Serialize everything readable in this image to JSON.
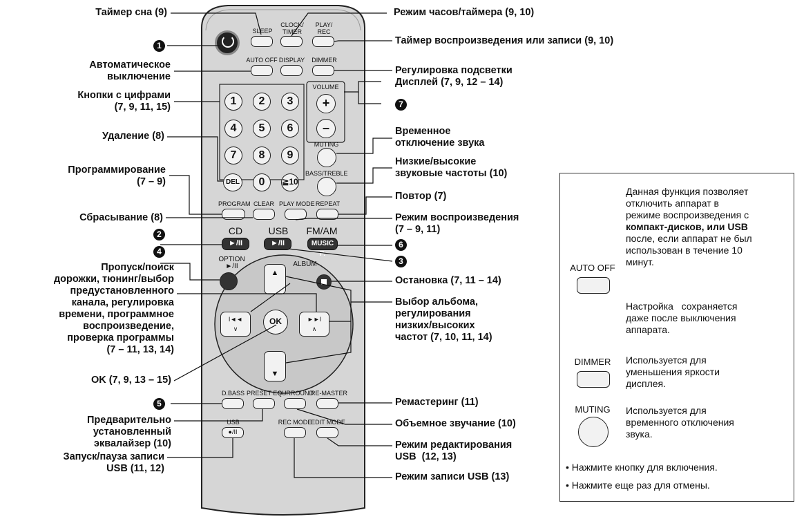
{
  "labels_left": {
    "sleep_timer": "Таймер сна (9)",
    "auto_off": "Автоматическое\nвыключение",
    "numeric": "Кнопки с цифрами\n(7, 9, 11, 15)",
    "delete": "Удаление (8)",
    "program": "Программирование\n(7 – 9)",
    "clear": "Сбрасывание (8)",
    "skip_search": "Пропуск/поиск\nдорожки, тюнинг/выбор\nпредустановленного\nканала, регулировка\nвремени, программное\nвоспроизведение,\nпроверка программы\n(7 – 11, 13, 14)",
    "ok": "OK (7, 9, 13 – 15)",
    "preset_eq": "Предварительно\nустановленный\nэквалайзер (10)",
    "usb_rec": "Запуск/пауза записи\nUSB (11, 12)"
  },
  "labels_right": {
    "clock_timer": "Режим часов/таймера (9, 10)",
    "play_rec": "Таймер воспроизведения или записи (9, 10)",
    "dimmer_display": "Регулировка подсветки\nДисплей (7, 9, 12 – 14)",
    "muting": "Временное\nотключение звука",
    "bass_treble": "Низкие/высокие\nзвуковые частоты (10)",
    "repeat": "Повтор (7)",
    "play_mode": "Режим воспроизведения\n(7 – 9, 11)",
    "stop": "Остановка (7, 11 – 14)",
    "album": "Выбор альбома,\nрегулирования\nнизких/высоких\nчастот (7, 10, 11, 14)",
    "remaster": "Ремастеринг (11)",
    "surround": "Объемное звучание (10)",
    "edit_mode": "Режим редактирования\nUSB  (12, 13)",
    "rec_mode": "Режим записи USB (13)"
  },
  "callouts": [
    "1",
    "2",
    "3",
    "4",
    "5",
    "6",
    "7"
  ],
  "remote": {
    "sleep": "SLEEP",
    "clock_timer": "CLOCK/\nTIMER",
    "play_rec": "PLAY/\nREC",
    "auto_off": "AUTO OFF",
    "display": "DISPLAY",
    "dimmer": "DIMMER",
    "volume": "VOLUME",
    "vol_plus": "+",
    "vol_minus": "–",
    "muting": "MUTING",
    "bass_treble": "BASS/TREBLE",
    "digits": [
      "1",
      "2",
      "3",
      "4",
      "5",
      "6",
      "7",
      "8",
      "9",
      "0",
      "≧10"
    ],
    "del": "DEL",
    "program": "PROGRAM",
    "clear": "CLEAR",
    "play_mode": "PLAY MODE",
    "repeat": "REPEAT",
    "cd": "CD",
    "usb": "USB",
    "fm_am": "FM/AM",
    "play_pause": "►/II",
    "music_p": "MUSIC P.",
    "option": "OPTION\n►/II",
    "album": "ALBUM",
    "ok": "OK",
    "up": "▲",
    "down": "▼",
    "prev": "I◄◄\n∨",
    "next": "►►I\n∧",
    "dbass": "D.BASS",
    "preset_eq": "PRESET EQ",
    "surround": "SURROUND",
    "remaster": "RE-MASTER",
    "usb_small": "USB",
    "rec_pause": "●/II",
    "rec_mode": "REC MODE",
    "edit_mode": "EDIT MODE"
  },
  "info_box": {
    "auto_off_label": "AUTO OFF",
    "auto_off_text_1": "Данная функция позволяет\nотключить аппарат в\nрежиме воспроизведения с",
    "auto_off_bold": "компакт-дисков, или USB",
    "auto_off_text_2": "после, если аппарат не был\nиспользован в течение 10\nминут.",
    "auto_off_text_3": "Настройка   сохраняется\nдаже после выключения\nаппарата.",
    "dimmer_label": "DIMMER",
    "dimmer_text": "Используется для\nуменьшения яркости\nдисплея.",
    "muting_label": "MUTING",
    "muting_text": "Используется для\nвременного отключения\nзвука.",
    "bullet_1": "• Нажмите кнопку для включения.",
    "bullet_2": "• Нажмите еще раз для отмены."
  }
}
